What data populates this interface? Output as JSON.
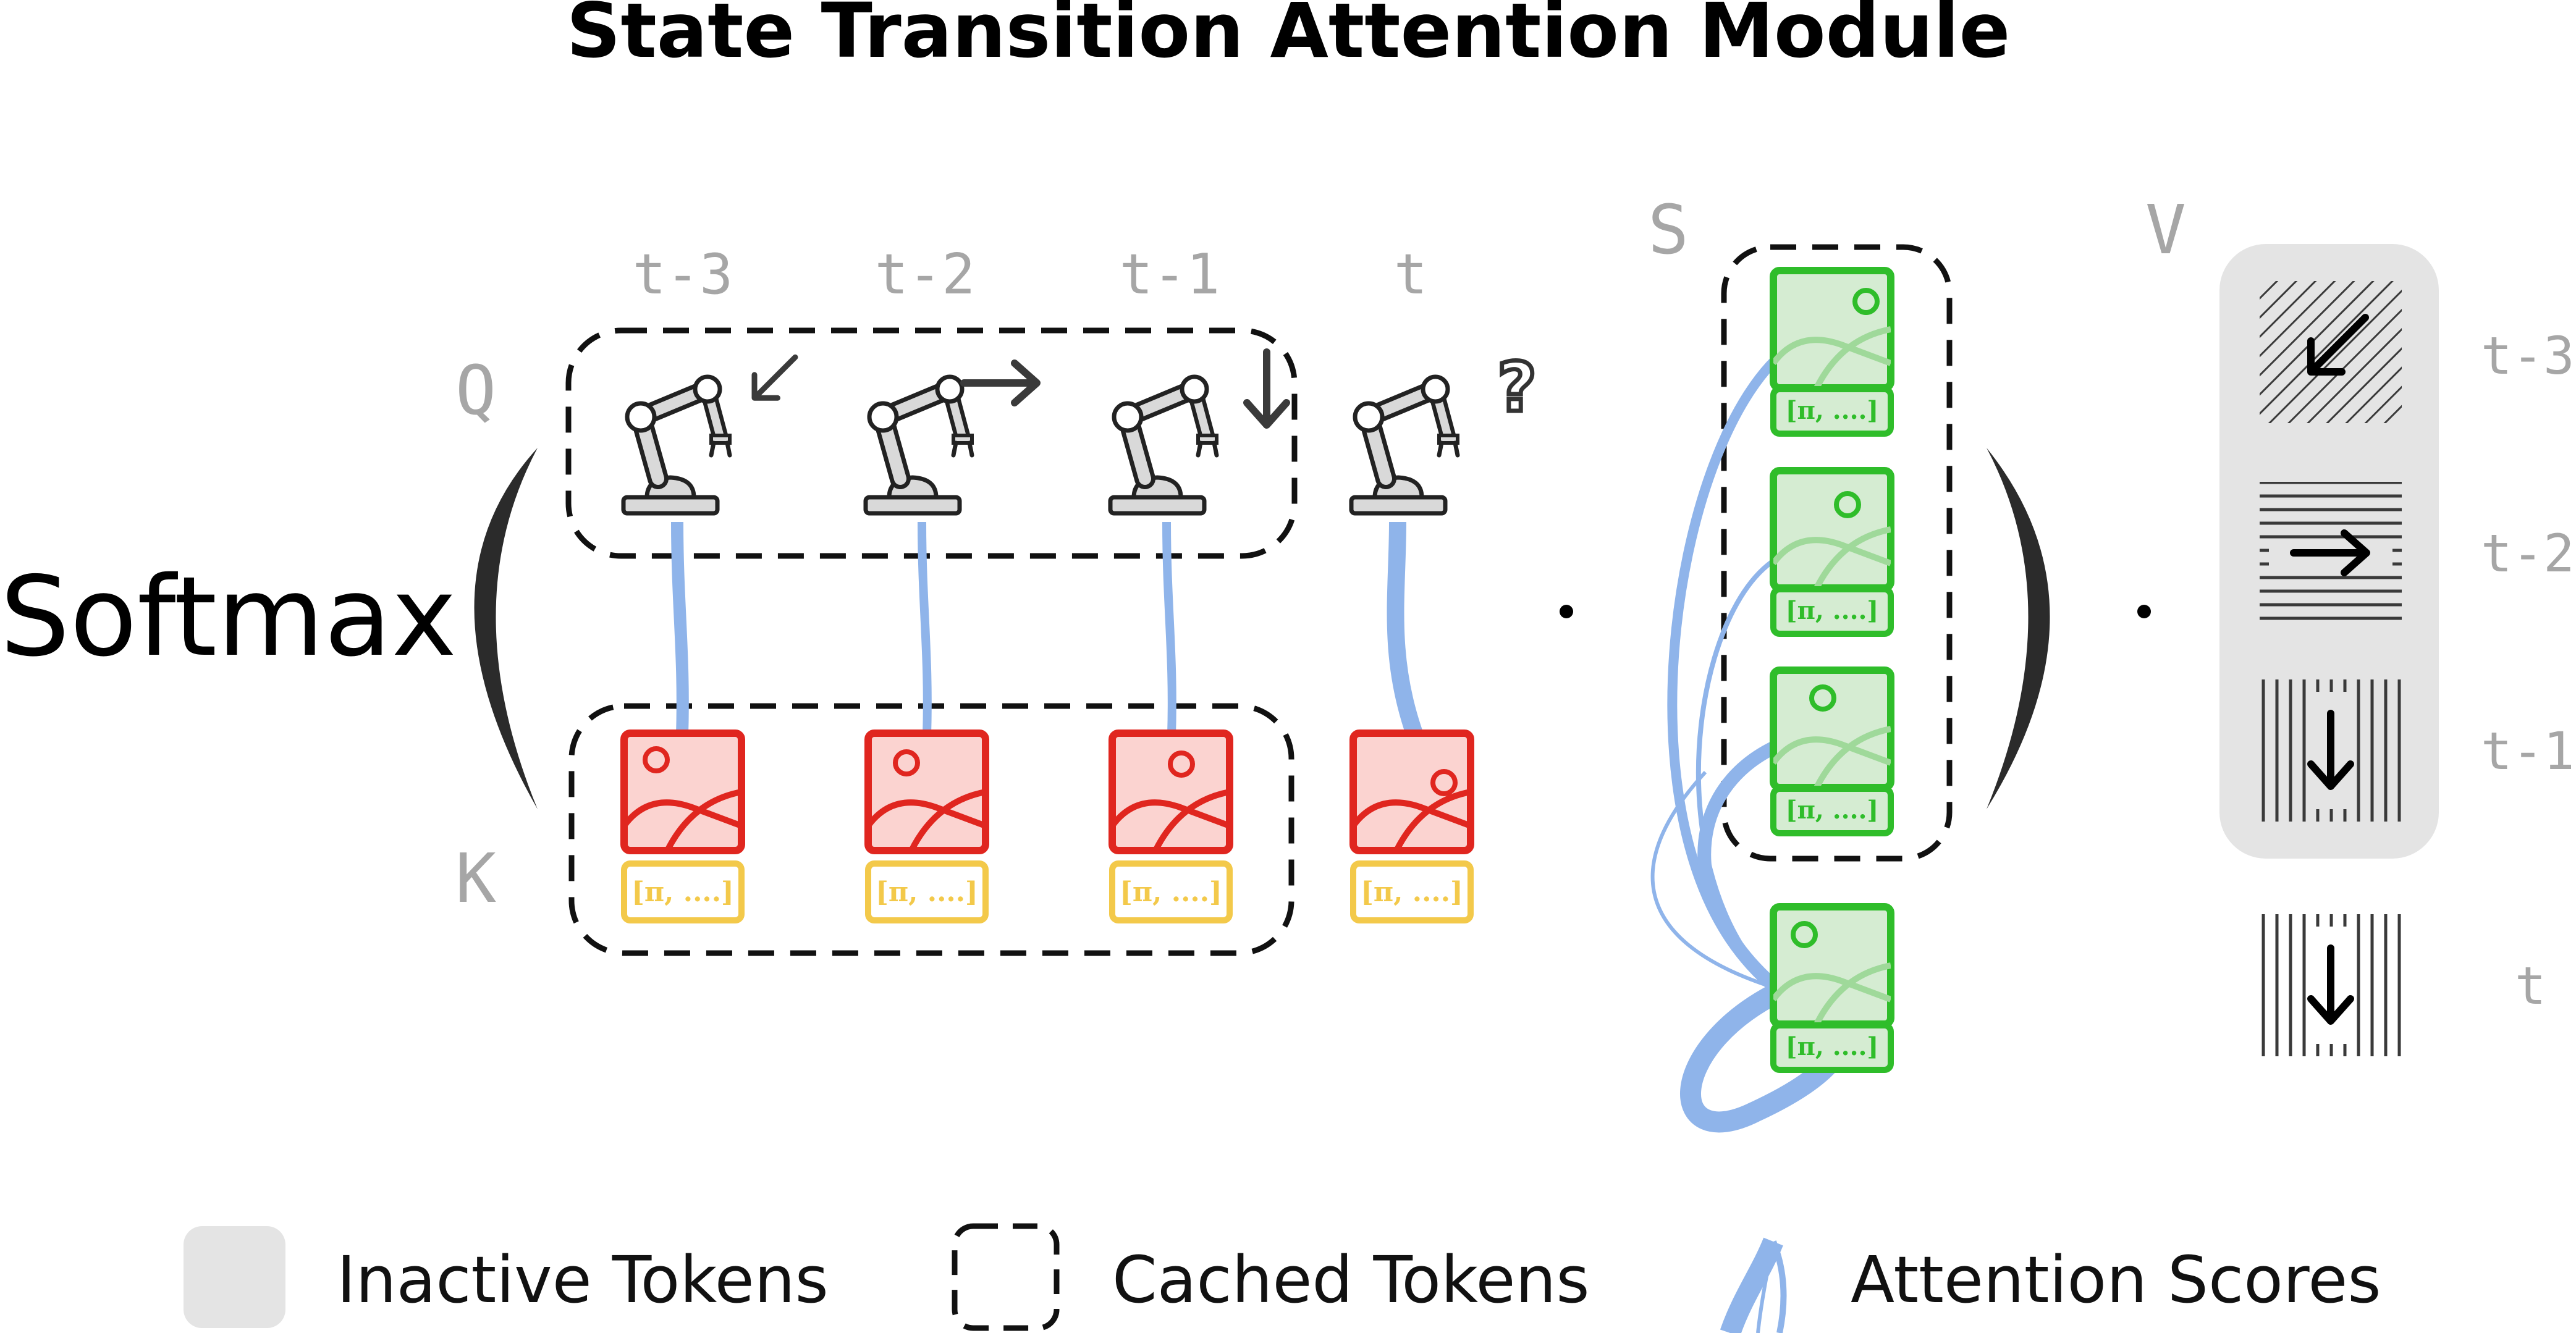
{
  "title": "State Transition Attention Module",
  "softmax_label": "Softmax",
  "dot_symbol": "·",
  "timesteps": [
    "t-3",
    "t-2",
    "t-1",
    "t"
  ],
  "value_timesteps": [
    "t-3",
    "t-2",
    "t-1",
    "t"
  ],
  "row_labels": {
    "q": "Q",
    "k": "K",
    "s": "S",
    "v": "V"
  },
  "query_action_icons": [
    "arrow-down-left-icon",
    "arrow-right-icon",
    "arrow-down-icon",
    "question-mark-icon"
  ],
  "token_caption": "[π, ....]",
  "legend": {
    "inactive": "Inactive Tokens",
    "cached": "Cached Tokens",
    "attention": "Attention Scores"
  },
  "colors": {
    "attention_blue": "#8fb4ea",
    "key_red": "#e0261f",
    "key_fill": "#fbd3d0",
    "caption_yellow": "#f3c94a",
    "state_green": "#2fbd2a",
    "state_fill": "#d5ecd2",
    "inactive_gray": "#e4e4e4",
    "label_gray": "#a6a6a6"
  }
}
